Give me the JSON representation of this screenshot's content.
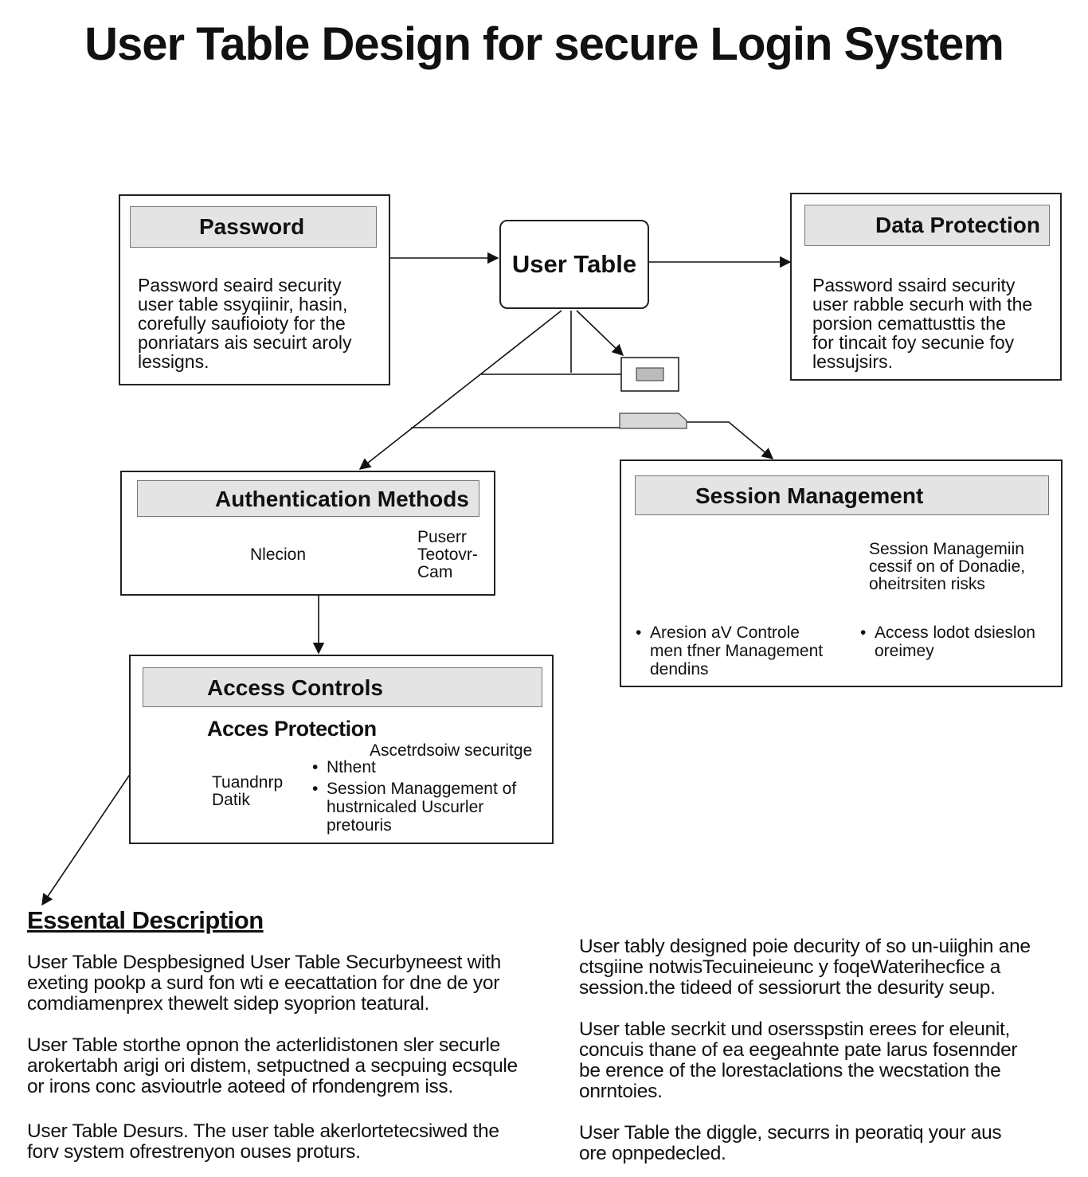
{
  "title": "User Table Design for secure Login System",
  "center": {
    "label": "User Table"
  },
  "password": {
    "title": "Password",
    "text": "Password seaird security\nuser table ssyqiinir, hasin,\ncorefully saufioioty for the\nponriatars ais secuirt aroly\nlessigns."
  },
  "data_protection": {
    "title": "Data Protection",
    "text": "Password ssaird security\nuser rabble securh with the\nporsion cemattusttis the\nfor tincait foy secunie foy\nlessujsirs."
  },
  "auth": {
    "title": "Authentication Methods",
    "item1": "Nlecion",
    "item2": "Puserr\nTeotovr-\nCam"
  },
  "session": {
    "title": "Session Management",
    "right_text": "Session Managemiin\ncessif on of Donadie,\noheitrsiten risks",
    "bullet_left": "Aresion aV Controle\nmen tfner Management\ndendins",
    "bullet_right": "Access lodot dsieslon\noreimey"
  },
  "access": {
    "title": "Access Controls",
    "subtitle": "Acces Protection",
    "small_label": "Tuandnrp\nDatik",
    "dotted_caption": "Ascetrdsoiw securitge",
    "bullets": [
      "Nthent",
      "Session Managgement of\nhustrnicaled Uscurler\npretouris"
    ]
  },
  "description": {
    "title": "Essental Description",
    "left": [
      "User Table Despbesigned User Table Securbyneest with\nexeting pookp a surd fon wti e eecattation for dne de yor\ncomdiamenprex thewelt sidep syoprion teatural.",
      "User Table storthe opnon the acterlidistonen sler securle\narokertabh arigi ori distem, setpuctned a secpuing ecsqule\nor irons conc asvioutrle aoteed of rfondengrem iss.",
      "User Table Desurs. The user table akerlortetecsiwed the\nforv system ofrestrenyon ouses proturs."
    ],
    "right": [
      "User tably designed poie decurity of so un-uiighin ane\nctsgiine notwisTecuineieunc y foqeWaterihecfice a\nsession.the tideed of sessiorurt the desurity seup.",
      "User table secrkit und osersspstin erees for eleunit,\nconcuis thane of ea eegeahnte pate larus fosennder\nbe erence of the lorestaclations the wecstation the\nonrntoies.",
      "User Table the diggle, securrs in peoratiq your aus\nore opnpedecled."
    ]
  }
}
